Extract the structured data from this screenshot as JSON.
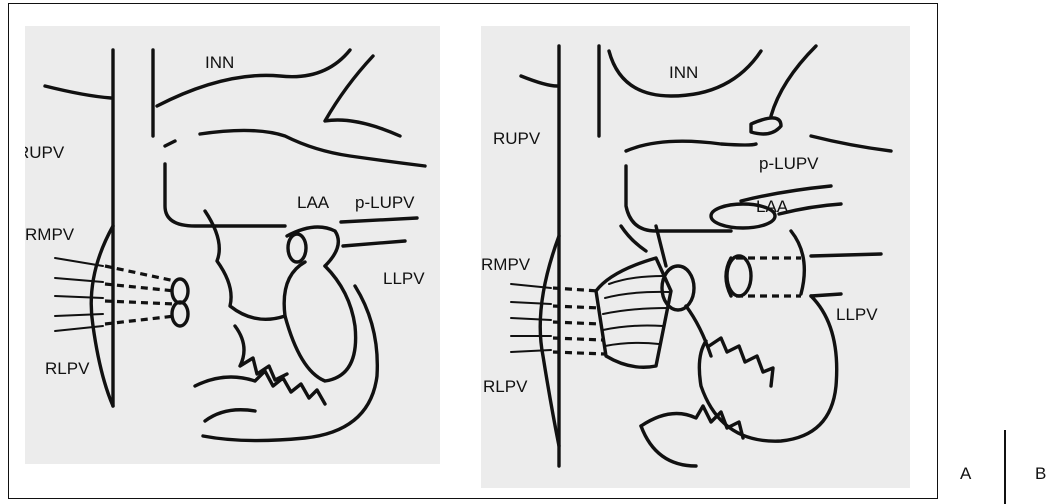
{
  "panel_a": {
    "labels": {
      "inn": "INN",
      "rupv": "RUPV",
      "rmpv": "RMPV",
      "rlpv": "RLPV",
      "laa": "LAA",
      "p_lupv": "p-LUPV",
      "llpv": "LLPV"
    }
  },
  "panel_b": {
    "labels": {
      "inn": "INN",
      "rupv": "RUPV",
      "rmpv": "RMPV",
      "rlpv": "RLPV",
      "laa": "LAA",
      "p_lupv": "p-LUPV",
      "llpv": "LLPV"
    }
  },
  "panel_letters": {
    "a": "A",
    "b": "B"
  }
}
